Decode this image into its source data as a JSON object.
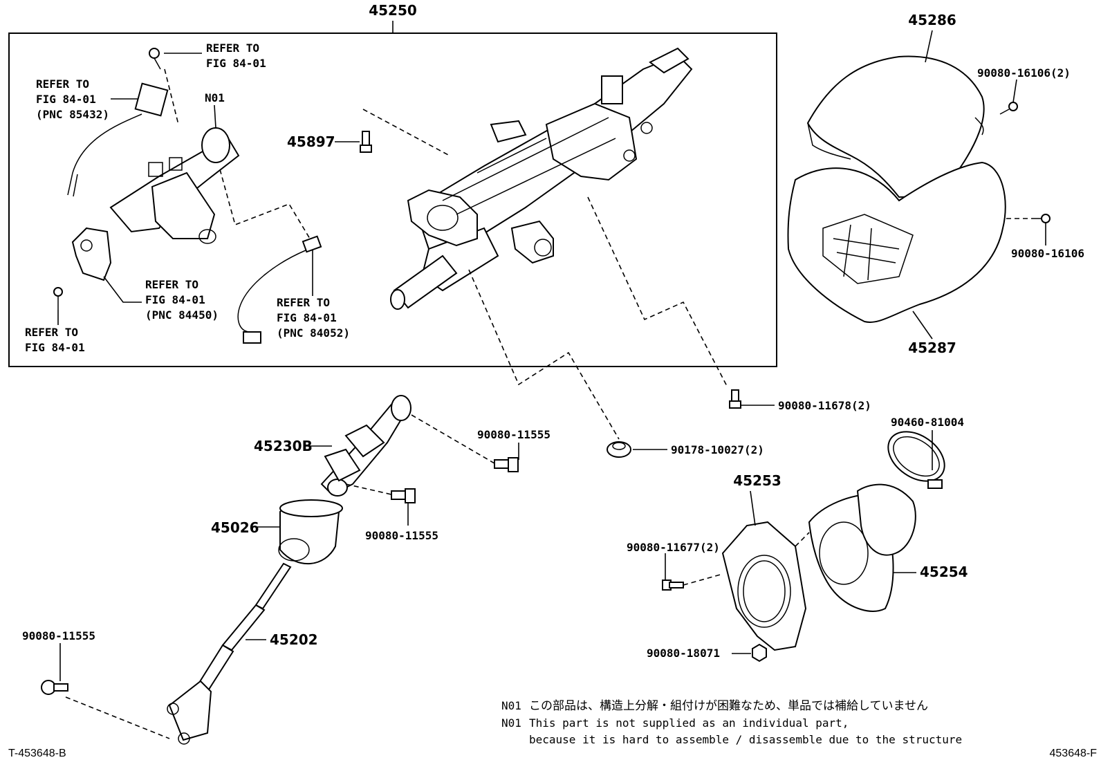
{
  "labels": {
    "p45250": "45250",
    "p45286": "45286",
    "p45287": "45287",
    "p45897": "45897",
    "n01": "N01",
    "ref_a1": "REFER TO",
    "ref_a2": "FIG 84-01",
    "ref_b1": "REFER TO",
    "ref_b2": "FIG 84-01",
    "ref_b3": "(PNC 85432)",
    "ref_c1": "REFER TO",
    "ref_c2": "FIG 84-01",
    "ref_c3": "(PNC 84450)",
    "ref_d1": "REFER TO",
    "ref_d2": "FIG 84-01",
    "ref_e1": "REFER TO",
    "ref_e2": "FIG 84-01",
    "ref_e3": "(PNC 84052)",
    "b16106_2": "90080-16106(2)",
    "b16106": "90080-16106",
    "b11678": "90080-11678(2)",
    "b10027": "90178-10027(2)",
    "b81004": "90460-81004",
    "p45230b": "45230B",
    "b11555_a": "90080-11555",
    "b11555_b": "90080-11555",
    "b11555_c": "90080-11555",
    "p45026": "45026",
    "p45202": "45202",
    "p45253": "45253",
    "p45254": "45254",
    "b11677": "90080-11677(2)",
    "b18071": "90080-18071"
  },
  "notes": {
    "jp_prefix": "N01",
    "jp_text": "この部品は、構造上分解・組付けが困難なため、単品では補給していません",
    "en_prefix": "N01",
    "en_line1": "This part is not supplied as an individual part,",
    "en_line2": "because it is hard to assemble / disassemble due to the structure"
  },
  "corners": {
    "left": "T-453648-B",
    "right": "453648-F"
  }
}
